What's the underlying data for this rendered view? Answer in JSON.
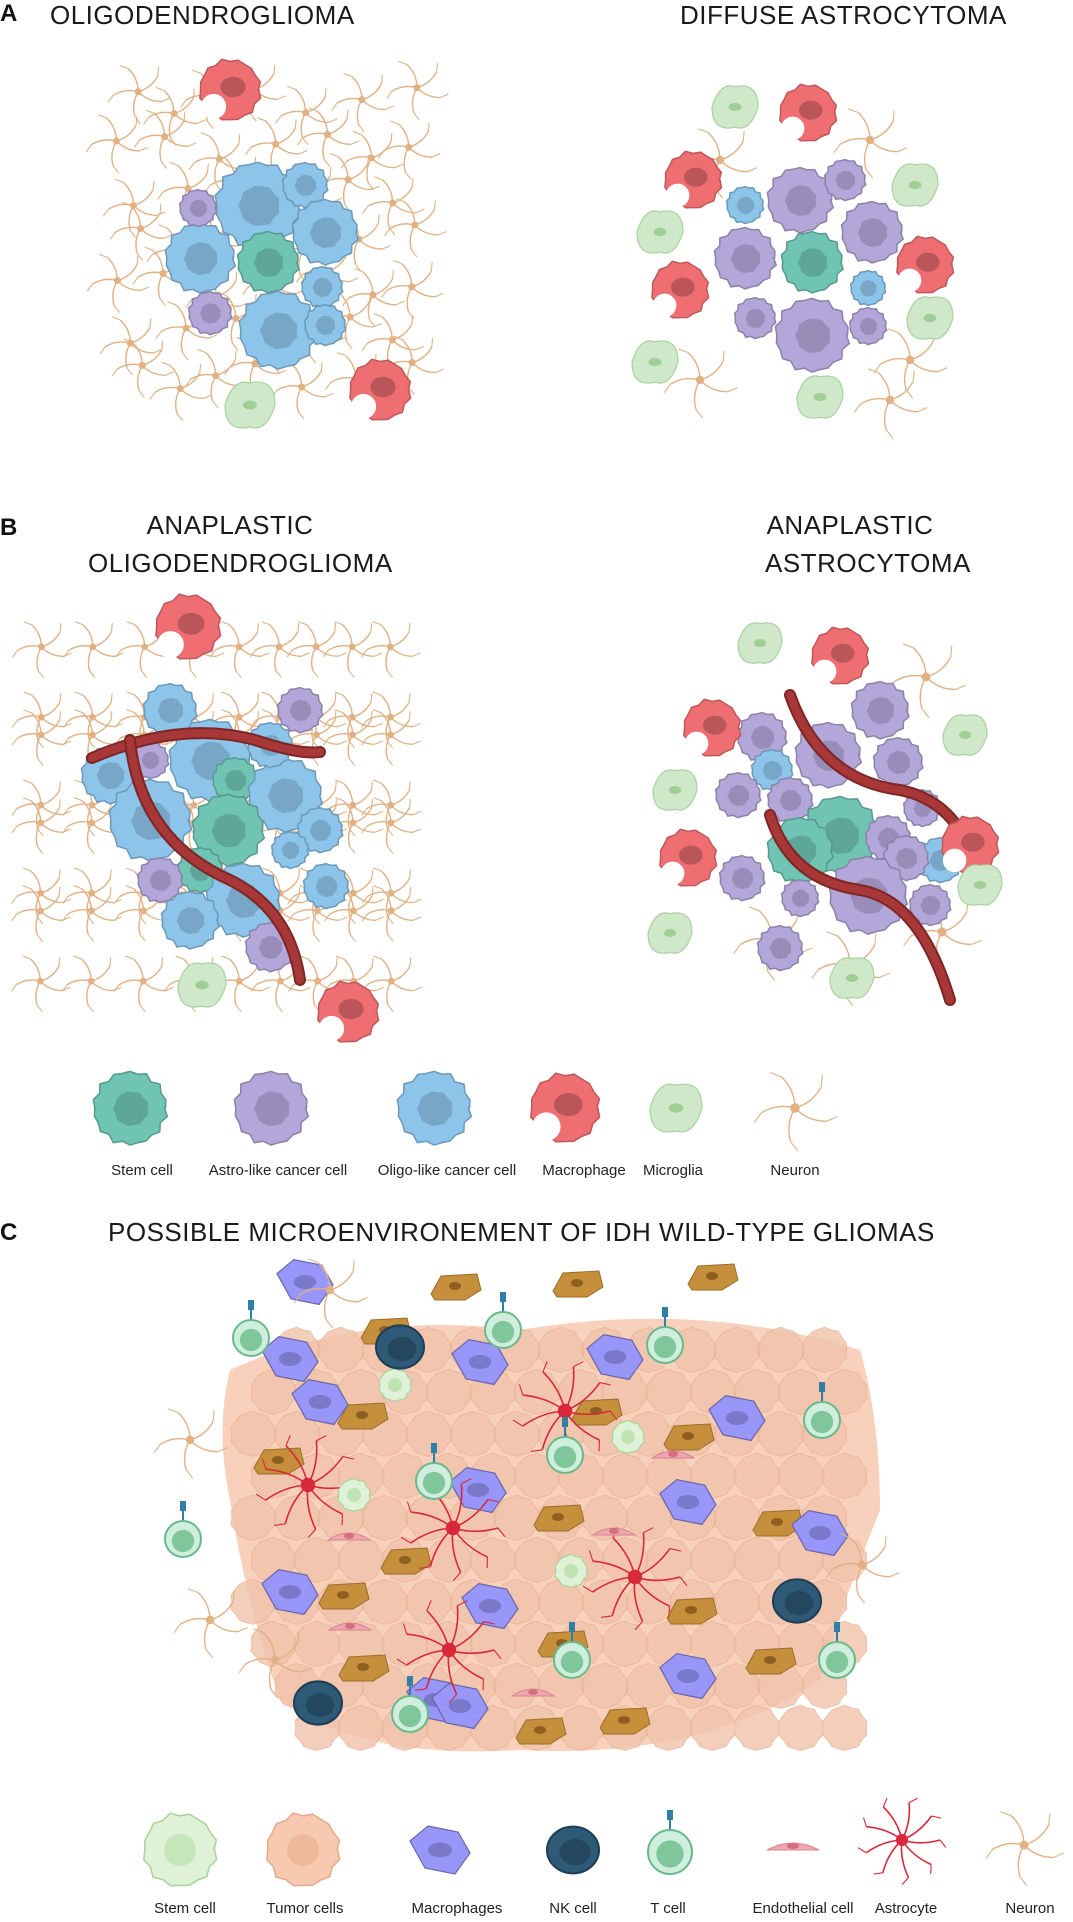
{
  "panels": {
    "a": {
      "letter": "A",
      "left_title": "OLIGODENDROGLIOMA",
      "right_title": "DIFFUSE ASTROCYTOMA"
    },
    "b": {
      "letter": "B",
      "left_title_line1": "ANAPLASTIC",
      "left_title_line2": "OLIGODENDROGLIOMA",
      "right_title_line1": "ANAPLASTIC",
      "right_title_line2": "ASTROCYTOMA",
      "legend": [
        {
          "label": "Stem cell",
          "icon": "stem-cell-icon"
        },
        {
          "label": "Astro-like cancer cell",
          "icon": "astro-like-cell-icon"
        },
        {
          "label": "Oligo-like cancer cell",
          "icon": "oligo-like-cell-icon"
        },
        {
          "label": "Macrophage",
          "icon": "macrophage-icon"
        },
        {
          "label": "Microglia",
          "icon": "microglia-icon"
        },
        {
          "label": "Neuron",
          "icon": "neuron-icon"
        }
      ]
    },
    "c": {
      "letter": "C",
      "title": "POSSIBLE MICROENVIRONEMENT OF IDH WILD-TYPE GLIOMAS",
      "legend": [
        {
          "label": "Stem cell",
          "icon": "stem-cell-icon"
        },
        {
          "label": "Tumor cells",
          "icon": "tumor-cell-icon"
        },
        {
          "label": "Macrophages",
          "icon": "macrophage-icon"
        },
        {
          "label": "NK cell",
          "icon": "nk-cell-icon"
        },
        {
          "label": "T cell",
          "icon": "t-cell-icon"
        },
        {
          "label": "Endothelial cell",
          "icon": "endothelial-cell-icon"
        },
        {
          "label": "Astrocyte",
          "icon": "astrocyte-icon"
        },
        {
          "label": "Neuron",
          "icon": "neuron-icon"
        }
      ]
    }
  },
  "colors": {
    "stem": "#6fc4b4",
    "astro": "#b3a6d9",
    "oligo": "#8cc4ea",
    "macrophage": "#ee6e72",
    "microglia": "#cfe8c9",
    "neuron": "#e1b184",
    "vessel": "#a83838",
    "tumor": "#f7c9b0",
    "nk": "#2e5a78",
    "tcell": "#7fc69a",
    "endothelial": "#f0a6b0",
    "astrocyte": "#d8283a",
    "mac_c": "#7a78c8",
    "brown": "#c58f3b"
  }
}
